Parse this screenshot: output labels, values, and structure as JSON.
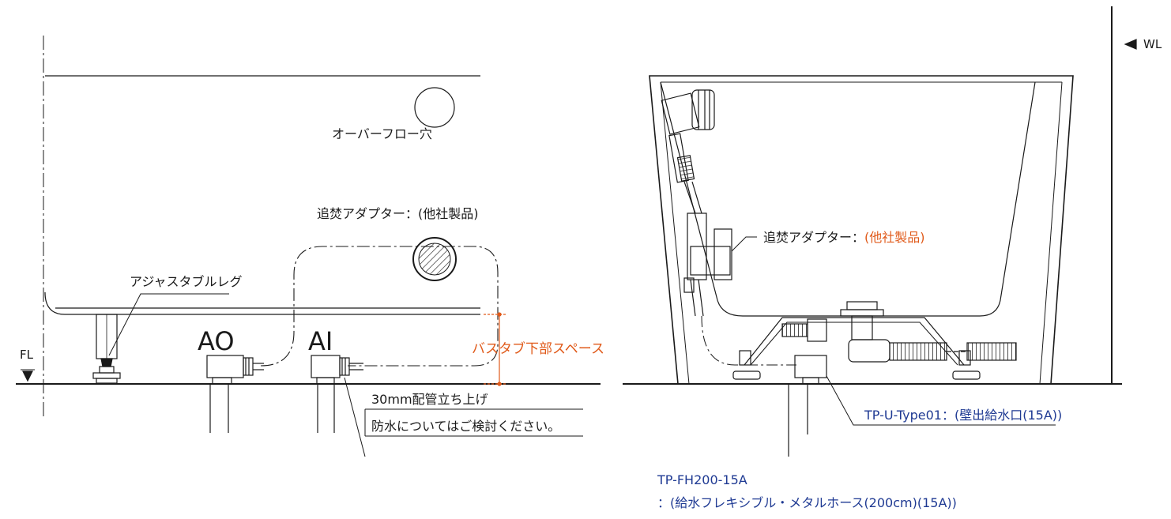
{
  "left": {
    "overflow_label": "オーバーフロー穴",
    "adapter_label": "追焚アダプター：(他社製品)",
    "adjustable_leg_label": "アジャスタブルレグ",
    "fl_label": "FL",
    "ao_label": "AO",
    "ai_label": "AI",
    "bathtub_space_label": "バスタブ下部スペース",
    "pipe_note_line1": "30mm配管立ち上げ",
    "pipe_note_line2": "防水についてはご検討ください。"
  },
  "right": {
    "wl_label": "WL",
    "adapter_prefix": "追焚アダプター：",
    "adapter_suffix": "(他社製品)",
    "tp_u_label": "TP-U-Type01：(壁出給水口(15A))",
    "tp_fh_line1": "TP-FH200-15A",
    "tp_fh_line2": "：(給水フレキシブル・メタルホース(200cm)(15A))"
  },
  "colors": {
    "line": "#1a1a1a",
    "accent_orange": "#e05a1a",
    "accent_blue": "#1f3a93"
  }
}
